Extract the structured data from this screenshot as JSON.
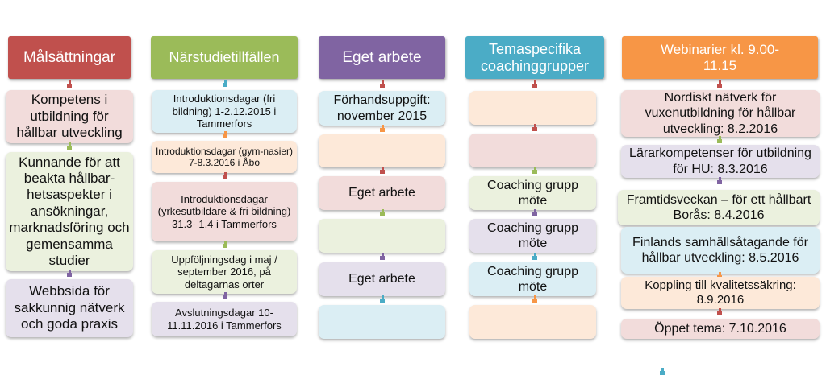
{
  "colors": {
    "header1": "#c0504d",
    "header2": "#9bbb59",
    "header3": "#8064a2",
    "header4": "#4bacc6",
    "header5": "#f79646",
    "box_red": "#f2dcdb",
    "box_green": "#ebf1de",
    "box_purple": "#e5e0ec",
    "box_blue": "#dbeef4",
    "box_orange": "#fde9d9"
  },
  "columns": [
    {
      "header": "Målsättningar",
      "items": [
        "Kompetens i utbildning för hållbar utveckling",
        "Kunnande för att beakta hållbar-hetsaspekter i ansökningar, marknadsföring och gemensamma studier",
        "Webbsida för sakkunnig nätverk och goda praxis"
      ]
    },
    {
      "header": "Närstudietillfällen",
      "items": [
        "Introduktionsdagar (fri bildning) 1-2.12.2015 i Tammerfors",
        "Introduktionsdagar (gym-nasier) 7-8.3.2016 i Åbo",
        "Introduktionsdagar (yrkesutbildare & fri bildning) 31.3- 1.4 i Tammerfors",
        "Uppföljningsdag i maj / september 2016, på deltagarnas orter",
        "Avslutningsdagar 10-11.11.2016 i Tammerfors"
      ]
    },
    {
      "header": "Eget arbete",
      "items": [
        "Förhandsuppgift: november 2015",
        "",
        "Eget arbete",
        "",
        "Eget arbete",
        ""
      ]
    },
    {
      "header": "Temaspecifika coachinggrupper",
      "items": [
        "",
        "",
        "Coaching grupp möte",
        "Coaching grupp möte",
        "Coaching grupp möte",
        ""
      ]
    },
    {
      "header": "Webinarier kl. 9.00- 11.15",
      "items": [
        "Nordiskt nätverk för vuxenutbildning för hållbar utveckling: 8.2.2016",
        "Lärarkompetenser för utbildning för HU: 8.3.2016",
        "Framtidsveckan – för ett hållbart Borås: 8.4.2016",
        "Finlands samhällsåtagande för hållbar utveckling: 8.5.2016",
        "Koppling till kvalitetssäkring: 8.9.2016",
        "Öppet tema: 7.10.2016"
      ]
    }
  ]
}
